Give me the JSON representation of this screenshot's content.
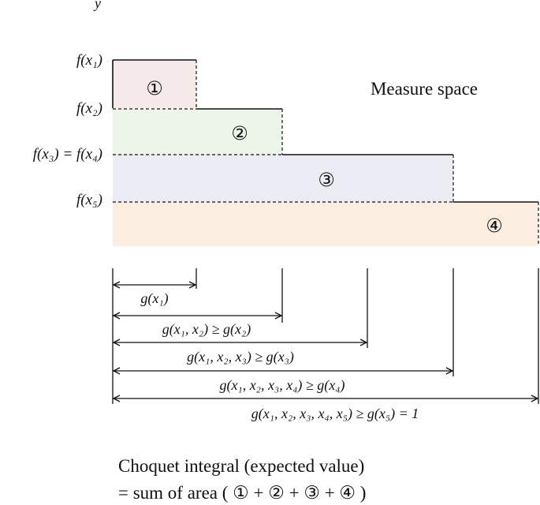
{
  "axis": {
    "y_label": "y"
  },
  "f_labels": [
    "f(x₁)",
    "f(x₂)",
    "f(x₃) = f(x₄)",
    "f(x₅)"
  ],
  "regions": [
    {
      "label": "①",
      "color": "#f5e9e9"
    },
    {
      "label": "②",
      "color": "#edf5e8"
    },
    {
      "label": "③",
      "color": "#ececf4"
    },
    {
      "label": "④",
      "color": "#fcefe2"
    }
  ],
  "measure_space_label": "Measure space",
  "g_labels": [
    "g(x₁)",
    "g(x₁, x₂) ≥ g(x₂)",
    "g(x₁, x₂, x₃) ≥ g(x₃)",
    "g(x₁, x₂, x₃, x₄) ≥ g(x₄)",
    "g(x₁, x₂, x₃, x₄, x₅) ≥ g(x₅) = 1"
  ],
  "caption": {
    "line1": "Choquet integral (expected value)",
    "line2": "= sum of area ( ① + ② + ③ + ④ )"
  }
}
